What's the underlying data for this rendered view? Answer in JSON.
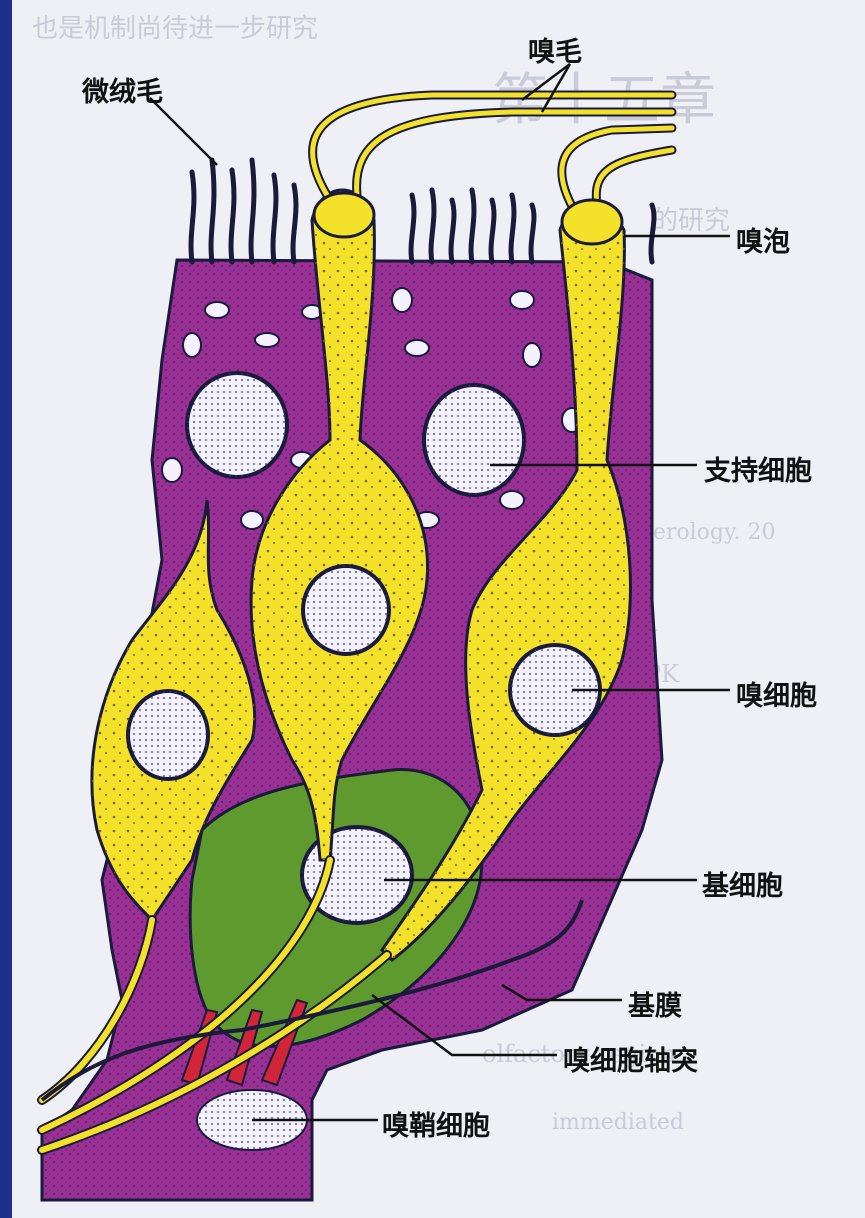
{
  "labels": {
    "smell_hair": "嗅毛",
    "microvilli": "微绒毛",
    "olfactory_vesicle": "嗅泡",
    "supporting_cell": "支持细胞",
    "olfactory_cell": "嗅细胞",
    "basal_cell": "基细胞",
    "basement_membrane": "基膜",
    "olfactory_axon": "嗅细胞轴突",
    "ensheathing_cell": "嗅鞘细胞"
  },
  "colors": {
    "border": "#1c2f8c",
    "supporting_tissue": "#9a2f94",
    "olfactory_cell": "#f3e12a",
    "basal_cell": "#5f9a2e",
    "nucleus": "#f4f2ff",
    "outline": "#1a1a3a"
  }
}
